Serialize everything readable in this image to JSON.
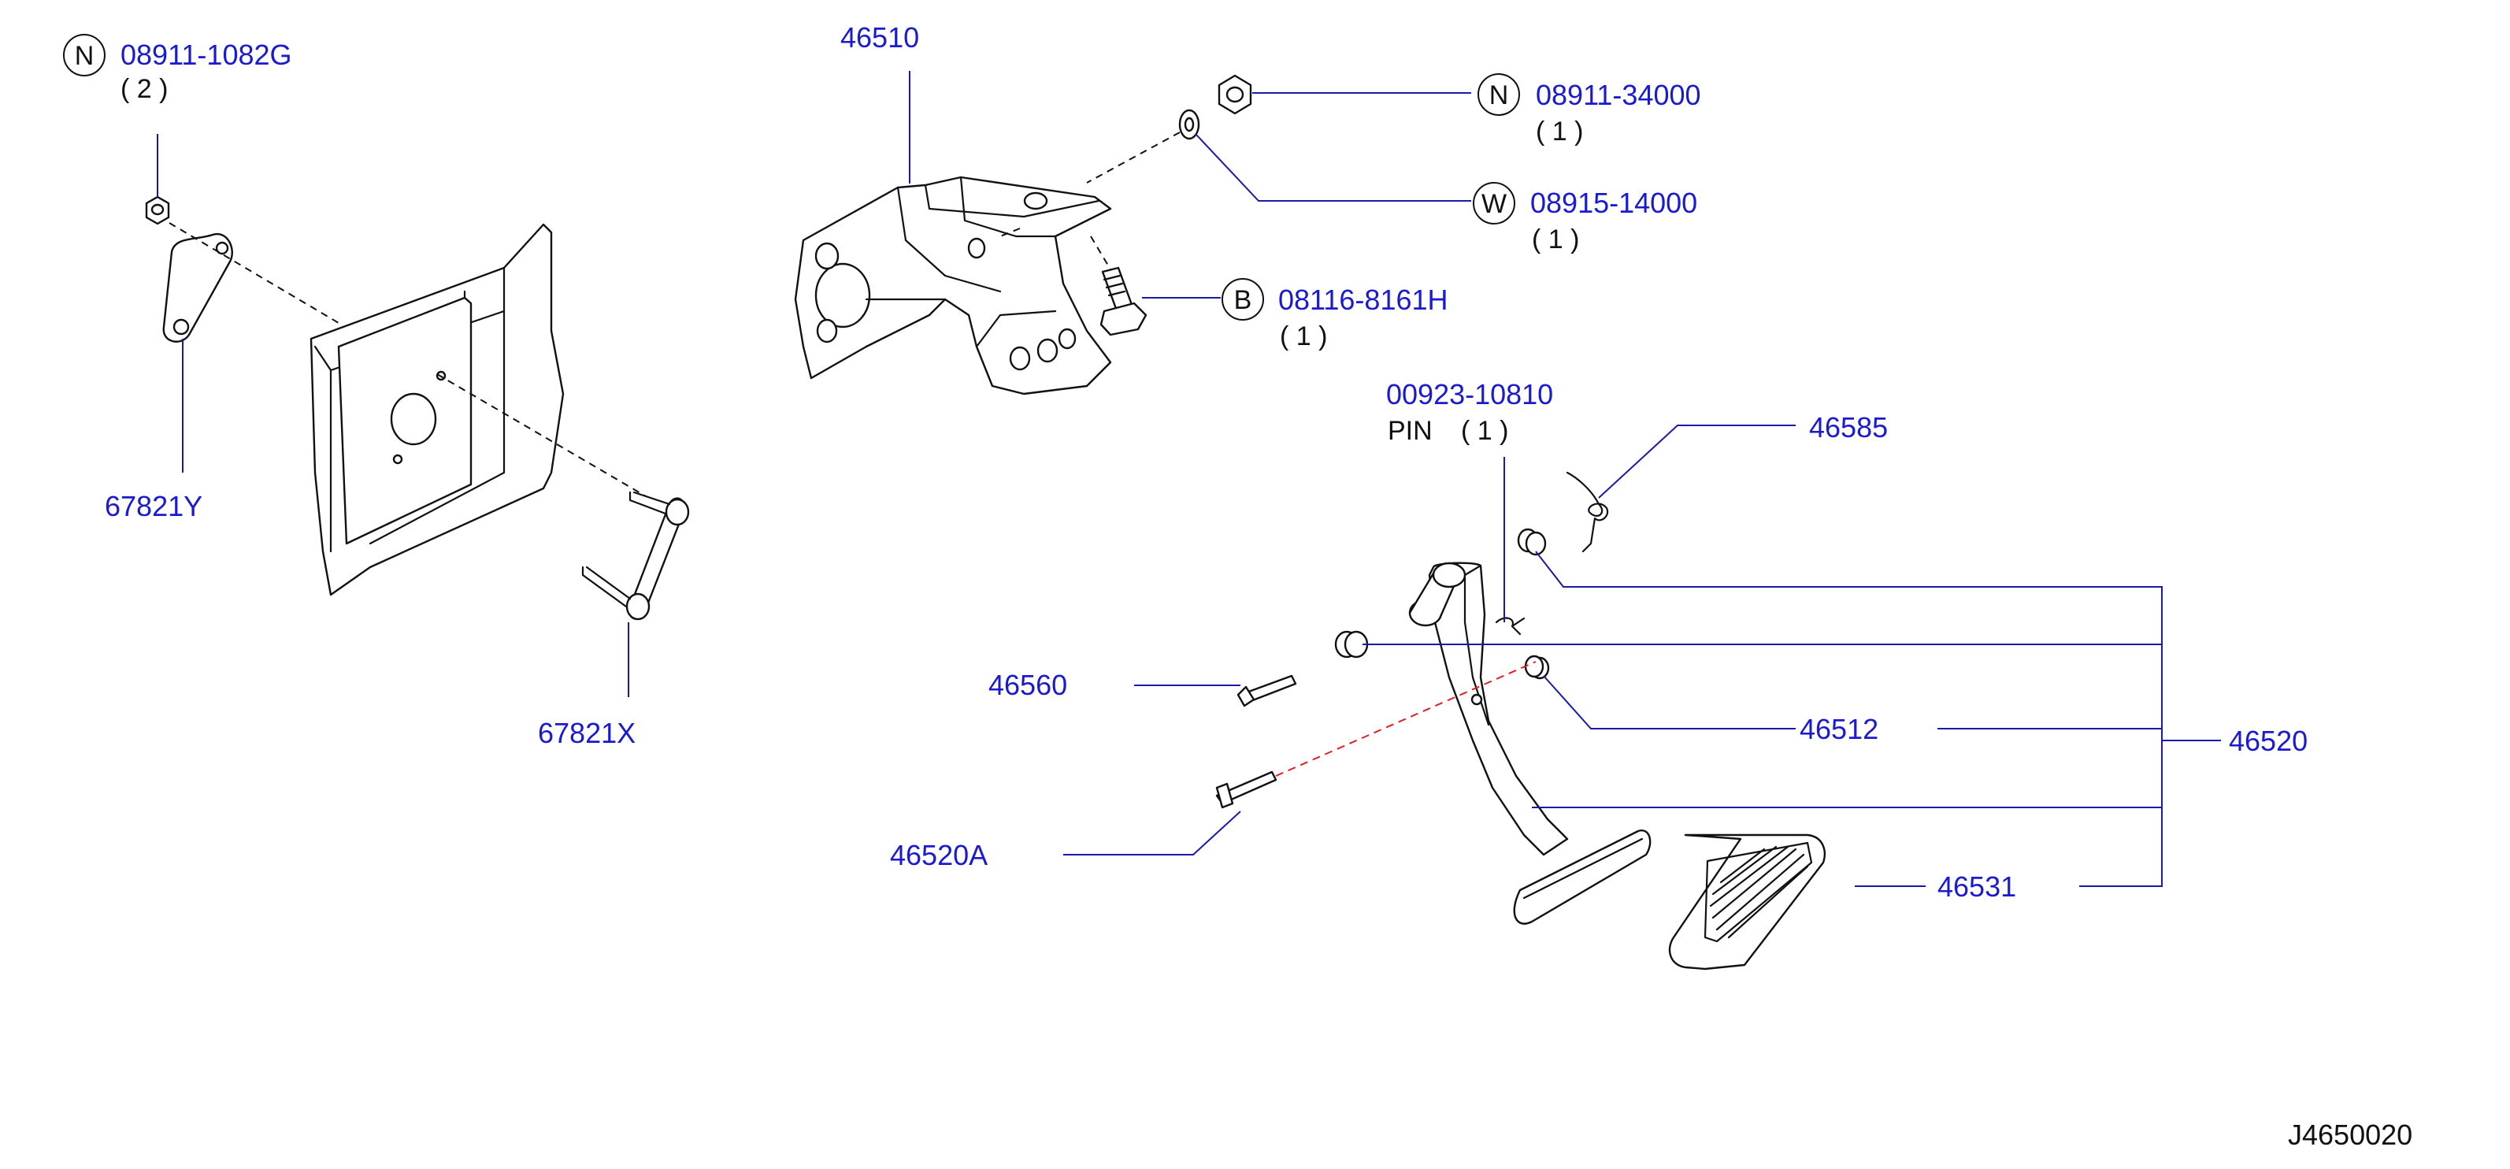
{
  "colors": {
    "label": "#1a1ad0",
    "text": "#111111",
    "leader": "#1a1aa8",
    "hidden_line": "#e02020"
  },
  "callouts": {
    "nut_top_left": {
      "symbol": "N",
      "part_number": "08911-1082G",
      "qty": "( 2 )"
    },
    "nut_top_right": {
      "symbol": "N",
      "part_number": "08911-34000",
      "qty": "( 1 )"
    },
    "washer": {
      "symbol": "W",
      "part_number": "08915-14000",
      "qty": "( 1 )"
    },
    "bolt": {
      "symbol": "B",
      "part_number": "08116-8161H",
      "qty": "( 1 )"
    },
    "pin": {
      "part_number": "00923-10810",
      "name": "PIN",
      "qty": "( 1 )"
    }
  },
  "parts": {
    "bracket": "46510",
    "cover_plate": "67821Y",
    "stud_plate": "67821X",
    "spring": "46585",
    "bolt_pin": "46560",
    "bushing": "46512",
    "pedal_assembly": "46520",
    "pedal_stopper": "46520A",
    "pedal_pad": "46531"
  },
  "diagram_code": "J4650020"
}
